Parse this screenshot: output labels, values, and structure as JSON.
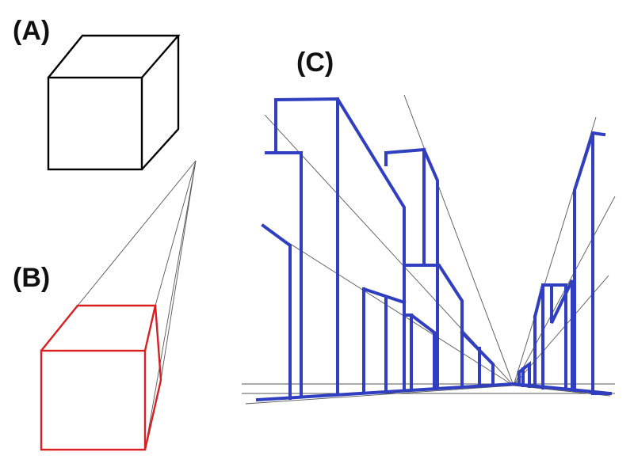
{
  "labels": {
    "a": "(A)",
    "b": "(B)",
    "c": "(C)"
  },
  "colors": {
    "cube_a": "#000000",
    "cube_b": "#d92020",
    "buildings": "#2f3fbf",
    "guides": "#555555",
    "text": "#111111"
  }
}
